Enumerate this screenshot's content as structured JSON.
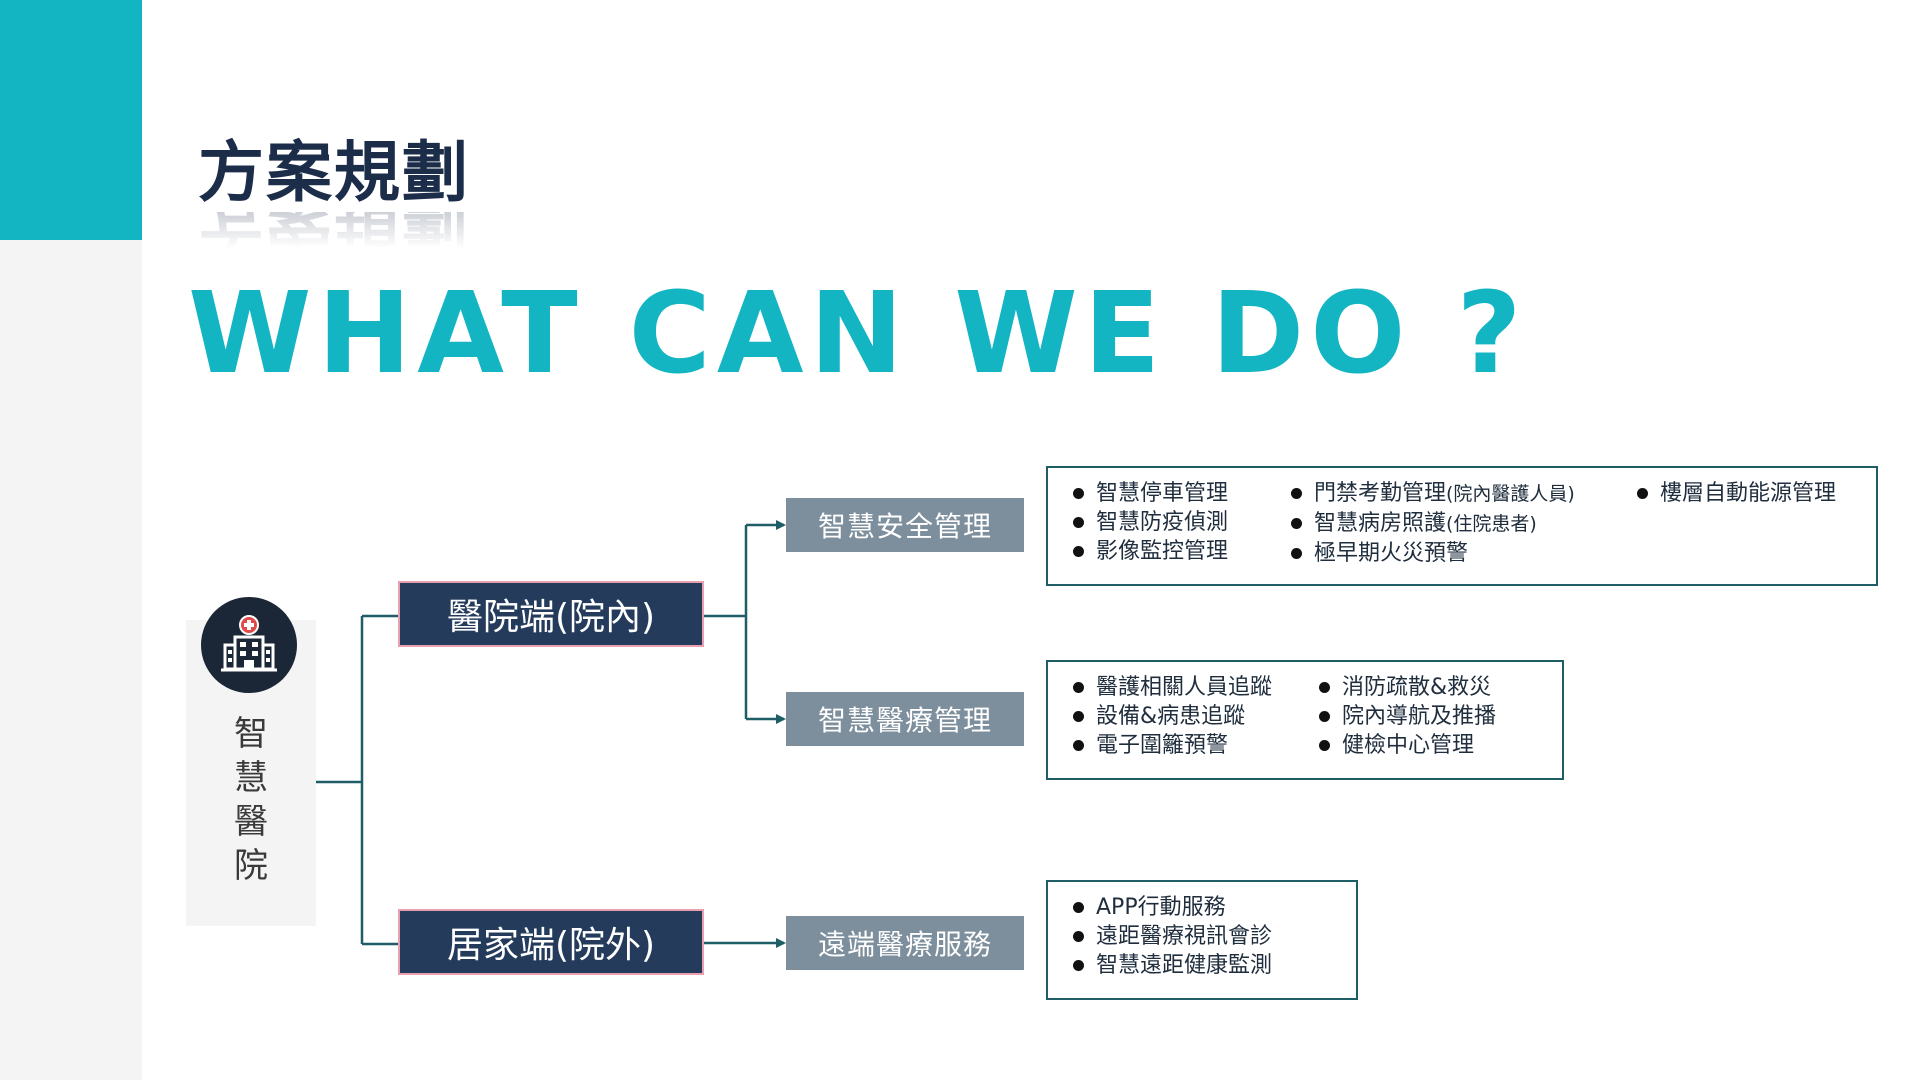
{
  "colors": {
    "accent": "#13b5c3",
    "title": "#1c2d4a",
    "branch_fill": "#243b5c",
    "branch_border": "#e8a0b0",
    "service_fill": "#7d8f9d",
    "box_border": "#1f5e66",
    "connector": "#1f5e66"
  },
  "header": {
    "title": "方案規劃",
    "headline": "WHAT CAN WE DO ?"
  },
  "diagram": {
    "root": {
      "label": "智慧醫院",
      "icon": "hospital-icon"
    },
    "branches": [
      {
        "label": "醫院端(院內)",
        "services": [
          {
            "label": "智慧安全管理",
            "columns": [
              [
                {
                  "text": "智慧停車管理"
                },
                {
                  "text": "智慧防疫偵測"
                },
                {
                  "text": "影像監控管理"
                }
              ],
              [
                {
                  "text": "門禁考勤管理",
                  "note": "(院內醫護人員)"
                },
                {
                  "text": "智慧病房照護",
                  "note": "(住院患者)"
                },
                {
                  "text": "極早期火災預警"
                }
              ],
              [
                {
                  "text": "樓層自動能源管理"
                }
              ]
            ]
          },
          {
            "label": "智慧醫療管理",
            "columns": [
              [
                {
                  "text": "醫護相關人員追蹤"
                },
                {
                  "text": "設備&病患追蹤"
                },
                {
                  "text": "電子圍籬預警"
                }
              ],
              [
                {
                  "text": "消防疏散&救災"
                },
                {
                  "text": "院內導航及推播"
                },
                {
                  "text": "健檢中心管理"
                }
              ]
            ]
          }
        ]
      },
      {
        "label": "居家端(院外)",
        "services": [
          {
            "label": "遠端醫療服務",
            "columns": [
              [
                {
                  "text": "APP行動服務"
                },
                {
                  "text": "遠距醫療視訊會診"
                },
                {
                  "text": "智慧遠距健康監測"
                }
              ]
            ]
          }
        ]
      }
    ]
  }
}
